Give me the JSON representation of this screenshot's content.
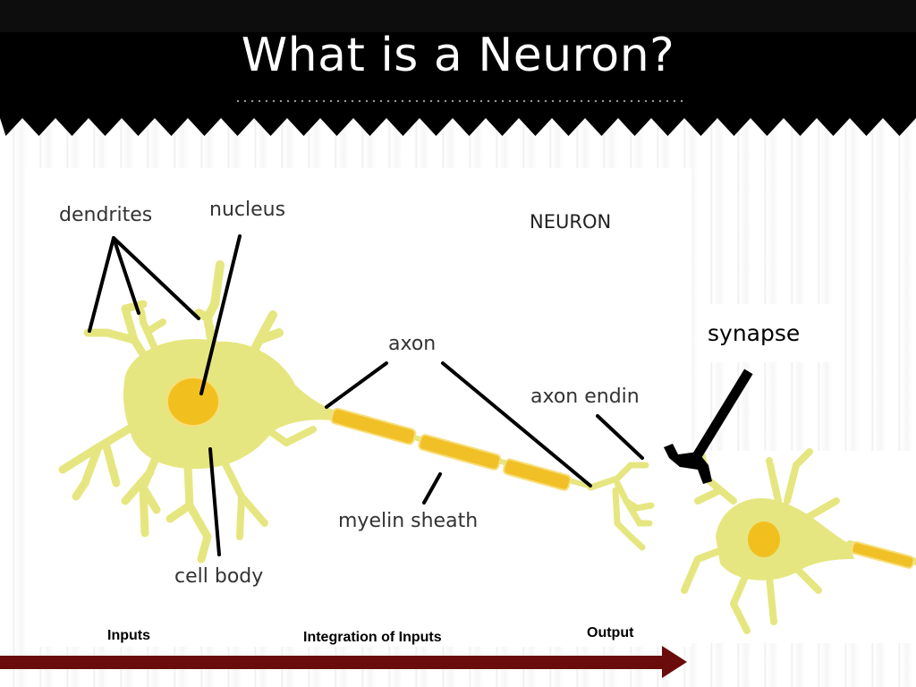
{
  "title": "What is a Neuron?",
  "diagram": {
    "heading": "NEURON",
    "labels": {
      "dendrites": "dendrites",
      "nucleus": "nucleus",
      "axon": "axon",
      "axon_ending": "axon endin",
      "myelin_sheath": "myelin sheath",
      "cell_body": "cell body",
      "synapse": "synapse"
    },
    "flow": {
      "inputs": "Inputs",
      "integration": "Integration of Inputs",
      "output": "Output"
    }
  },
  "colors": {
    "header_bg": "#000000",
    "cell_fill": "#e6e680",
    "nucleus_fill": "#f2c01e",
    "myelin_fill": "#f0c026",
    "arrow": "#6b0c0c"
  }
}
